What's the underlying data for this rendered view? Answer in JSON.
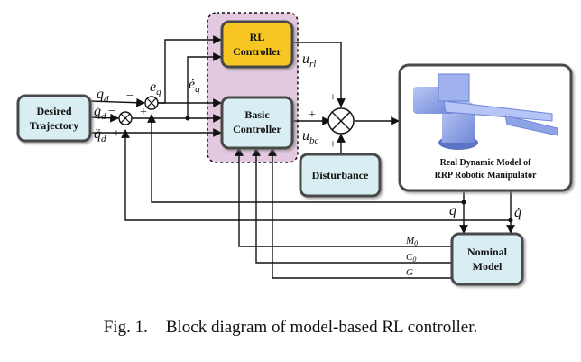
{
  "blocks": {
    "desired_line1": "Desired",
    "desired_line2": "Trajectory",
    "rl_line1": "RL",
    "rl_line2": "Controller",
    "basic_line1": "Basic",
    "basic_line2": "Controller",
    "disturbance": "Disturbance",
    "model_line1": "Real Dynamic Model of",
    "model_line2": "RRP Robotic Manipulator",
    "nominal_line1": "Nominal",
    "nominal_line2": "Model"
  },
  "signals": {
    "qd": "q",
    "qd_sub": "d",
    "qd_dot": "q̇",
    "qd_dot_sub": "d",
    "qd_ddot": "q̈",
    "qd_ddot_sub": "d",
    "e": "e",
    "e_sub": "q",
    "e_dot": "ė",
    "e_dot_sub": "q",
    "u_rl": "u",
    "u_rl_sub": "rl",
    "u_bc": "u",
    "u_bc_sub": "bc",
    "q": "q",
    "q_dot": "q̇",
    "M0": "M",
    "M0_sub": "0",
    "C0": "C",
    "C0_sub": "0",
    "G": "G"
  },
  "signs": {
    "minus": "−",
    "plus": "+"
  },
  "colors": {
    "block_fill": "#d9eef3",
    "rl_fill": "#f7c623",
    "dashed_region_fill": "#e3c8df",
    "block_border": "#4a4a4a"
  },
  "caption": {
    "number": "Fig. 1.",
    "text": "Block diagram of model-based RL controller."
  }
}
